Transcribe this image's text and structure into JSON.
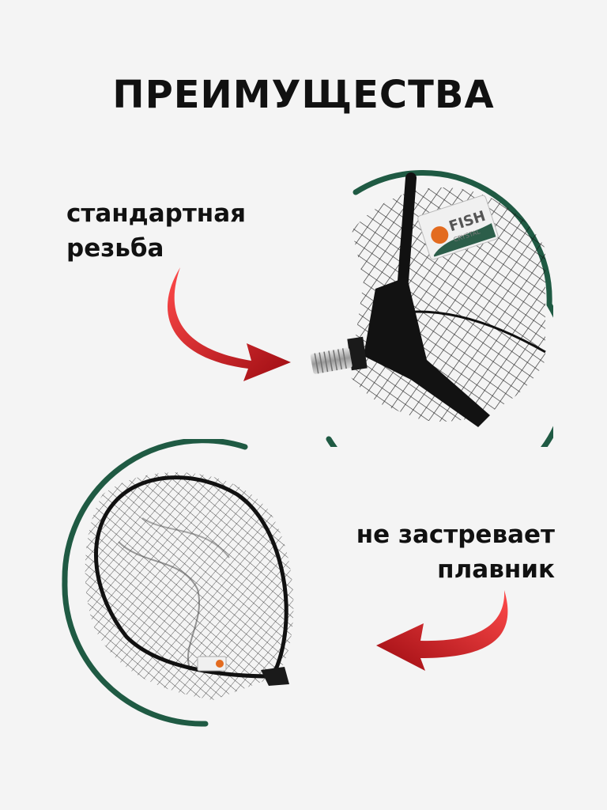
{
  "title": "ПРЕИМУЩЕСТВА",
  "feature_top": {
    "lines": [
      "стандартная",
      "резьба"
    ]
  },
  "feature_bottom": {
    "lines": [
      "не застревает",
      "плавник"
    ]
  },
  "brand_tag": {
    "name": "FISH",
    "sub": "CRYSTAL"
  },
  "colors": {
    "arc": "#1f5a43",
    "arrow": "#c3111a",
    "net": "#111111"
  }
}
